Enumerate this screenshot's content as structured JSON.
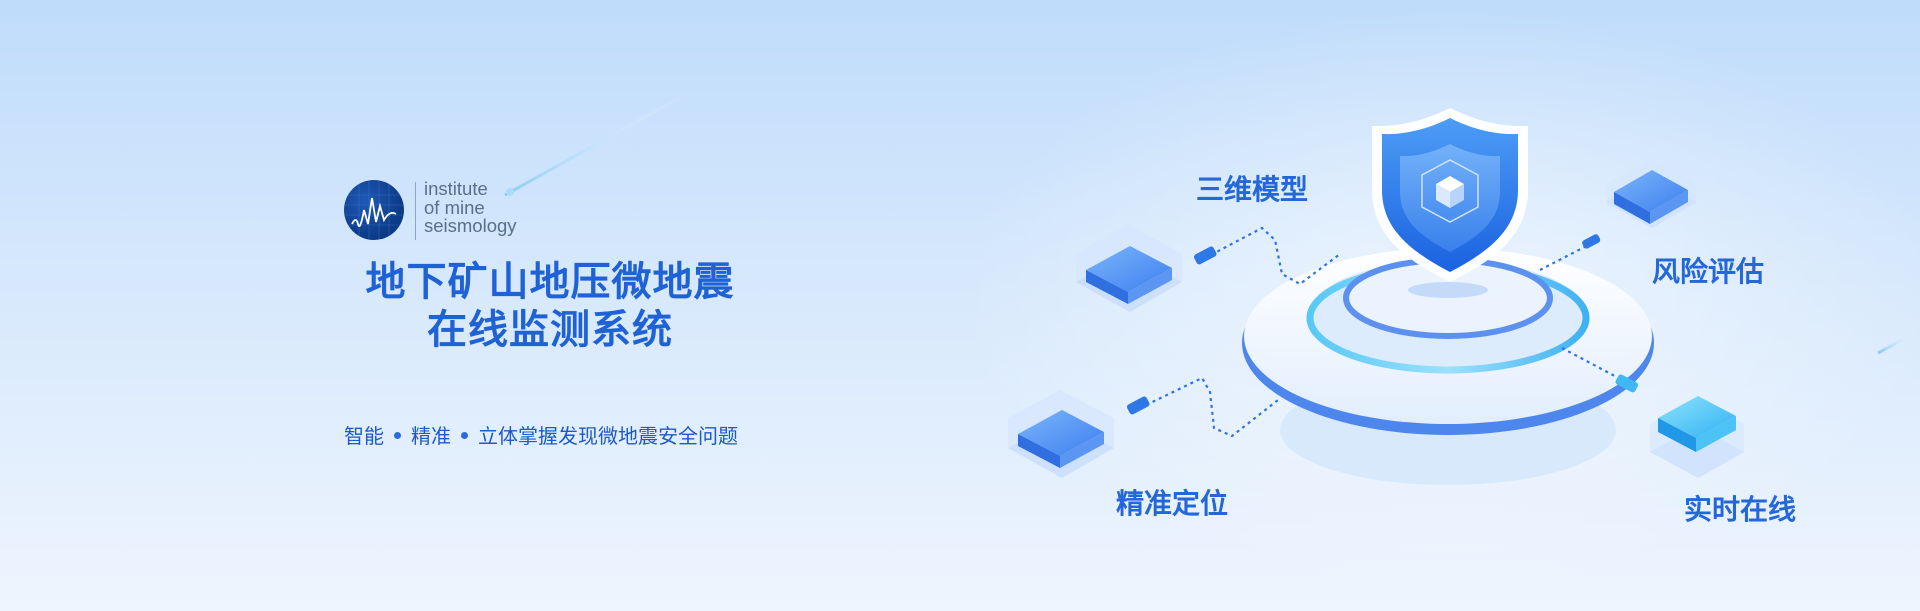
{
  "logo": {
    "line1": "institute",
    "line2": "of mine",
    "line3": "seismology",
    "mark_icon": "ims-seismograph-logo-icon"
  },
  "title": {
    "line1": "地下矿山地压微地震",
    "line2": "在线监测系统"
  },
  "subtitle": {
    "part1": "智能",
    "part2": "精准",
    "part3": "立体掌握发现微地震安全问题"
  },
  "features": {
    "model": "三维模型",
    "risk": "风险评估",
    "locate": "精准定位",
    "realtime": "实时在线"
  },
  "icons": {
    "center": "shield-icon",
    "cube": "cube-icon",
    "module": "isometric-block-icon"
  },
  "colors": {
    "primary": "#1f62d6",
    "accent_cyan": "#3fb8f3",
    "bg_top": "#bfdcfb",
    "bg_bottom": "#eef5fe"
  }
}
